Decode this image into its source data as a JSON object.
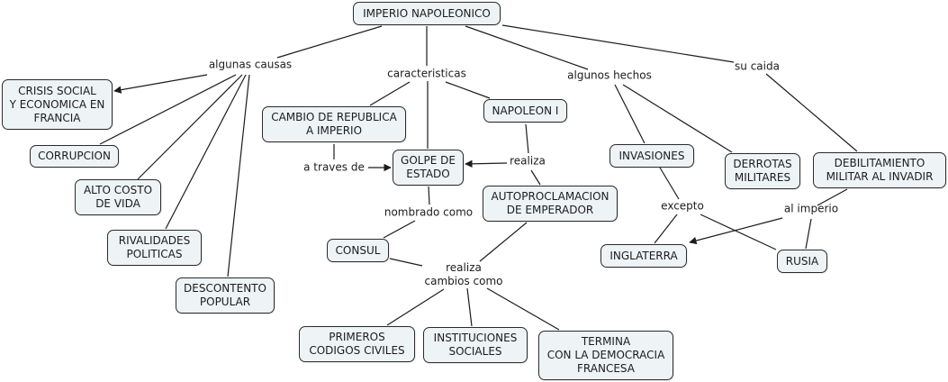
{
  "nodes": {
    "root": "IMPERIO NAPOLEONICO",
    "crisis": "CRISIS SOCIAL\nY ECONOMICA EN\nFRANCIA",
    "corrupcion": "CORRUPCION",
    "alto_costo": "ALTO COSTO\nDE VIDA",
    "rivalidades": "RIVALIDADES\nPOLITICAS",
    "descontento": "DESCONTENTO\nPOPULAR",
    "cambio_republica": "CAMBIO DE REPUBLICA\nA IMPERIO",
    "golpe": "GOLPE DE\nESTADO",
    "napoleon": "NAPOLEON I",
    "autoproclamacion": "AUTOPROCLAMACION\nDE EMPERADOR",
    "consul": "CONSUL",
    "primeros_codigos": "PRIMEROS\nCODIGOS CIVILES",
    "instituciones": "INSTITUCIONES\nSOCIALES",
    "termina": "TERMINA\nCON LA DEMOCRACIA\nFRANCESA",
    "invasiones": "INVASIONES",
    "derrotas": "DERROTAS\nMILITARES",
    "debilitamiento": "DEBILITAMIENTO\nMILITAR AL INVADIR",
    "inglaterra": "INGLATERRA",
    "rusia": "RUSIA"
  },
  "links": {
    "algunas_causas": "algunas causas",
    "caracteristicas": "caracteristicas",
    "algunos_hechos": "algunos hechos",
    "su_caida": "su caida",
    "a_traves_de": "a traves de",
    "realiza_1": "realiza",
    "nombrado_como": "nombrado como",
    "realiza_cambios": "realiza\ncambios como",
    "excepto": "excepto",
    "al_imperio": "al imperio"
  },
  "colors": {
    "node_fill": "#eef3f5",
    "node_border": "#2b2b2b",
    "line": "#1c1c1c"
  }
}
